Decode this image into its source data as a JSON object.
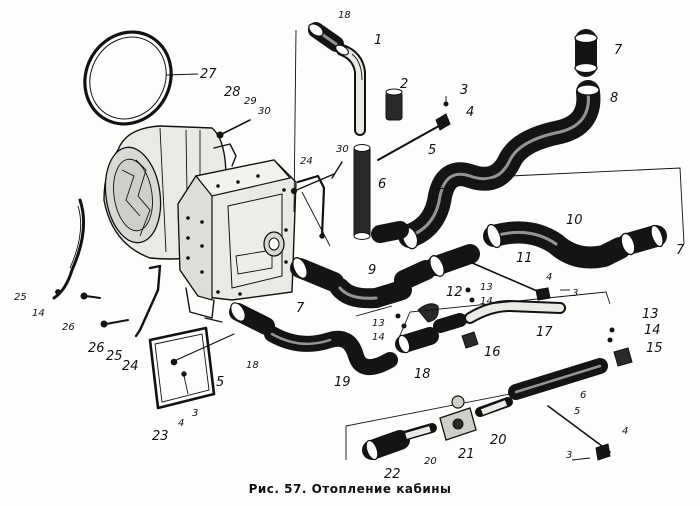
{
  "figure": {
    "caption": "Рис. 57. Отопление кабины"
  },
  "labels": [
    {
      "id": "1",
      "text": "1"
    },
    {
      "id": "2",
      "text": "2"
    },
    {
      "id": "3a",
      "text": "3"
    },
    {
      "id": "4a",
      "text": "4"
    },
    {
      "id": "5a",
      "text": "5"
    },
    {
      "id": "6a",
      "text": "6"
    },
    {
      "id": "7a",
      "text": "7"
    },
    {
      "id": "8",
      "text": "8"
    },
    {
      "id": "9",
      "text": "9"
    },
    {
      "id": "10",
      "text": "10"
    },
    {
      "id": "7b",
      "text": "7"
    },
    {
      "id": "11",
      "text": "11"
    },
    {
      "id": "4b",
      "text": "4"
    },
    {
      "id": "3b",
      "text": "3"
    },
    {
      "id": "12",
      "text": "12"
    },
    {
      "id": "13a",
      "text": "13"
    },
    {
      "id": "14a",
      "text": "14"
    },
    {
      "id": "13b",
      "text": "13"
    },
    {
      "id": "14b",
      "text": "14"
    },
    {
      "id": "17",
      "text": "17"
    },
    {
      "id": "16",
      "text": "16"
    },
    {
      "id": "13c",
      "text": "13"
    },
    {
      "id": "14c",
      "text": "14"
    },
    {
      "id": "15",
      "text": "15"
    },
    {
      "id": "6b",
      "text": "6"
    },
    {
      "id": "5b",
      "text": "5"
    },
    {
      "id": "4c",
      "text": "4"
    },
    {
      "id": "3c",
      "text": "3"
    },
    {
      "id": "7c",
      "text": "7"
    },
    {
      "id": "18a",
      "text": "18"
    },
    {
      "id": "18b",
      "text": "18"
    },
    {
      "id": "18c",
      "text": "18"
    },
    {
      "id": "19",
      "text": "19"
    },
    {
      "id": "20a",
      "text": "20"
    },
    {
      "id": "20b",
      "text": "20"
    },
    {
      "id": "21",
      "text": "21"
    },
    {
      "id": "22",
      "text": "22"
    },
    {
      "id": "23",
      "text": "23"
    },
    {
      "id": "24a",
      "text": "24"
    },
    {
      "id": "24b",
      "text": "24"
    },
    {
      "id": "25a",
      "text": "25"
    },
    {
      "id": "25b",
      "text": "25"
    },
    {
      "id": "26a",
      "text": "26"
    },
    {
      "id": "26b",
      "text": "26"
    },
    {
      "id": "27",
      "text": "27"
    },
    {
      "id": "28",
      "text": "28"
    },
    {
      "id": "29",
      "text": "29"
    },
    {
      "id": "30a",
      "text": "30"
    },
    {
      "id": "30b",
      "text": "30"
    },
    {
      "id": "5c",
      "text": "5"
    },
    {
      "id": "4d",
      "text": "4"
    },
    {
      "id": "3d",
      "text": "3"
    },
    {
      "id": "14d",
      "text": "14"
    }
  ]
}
